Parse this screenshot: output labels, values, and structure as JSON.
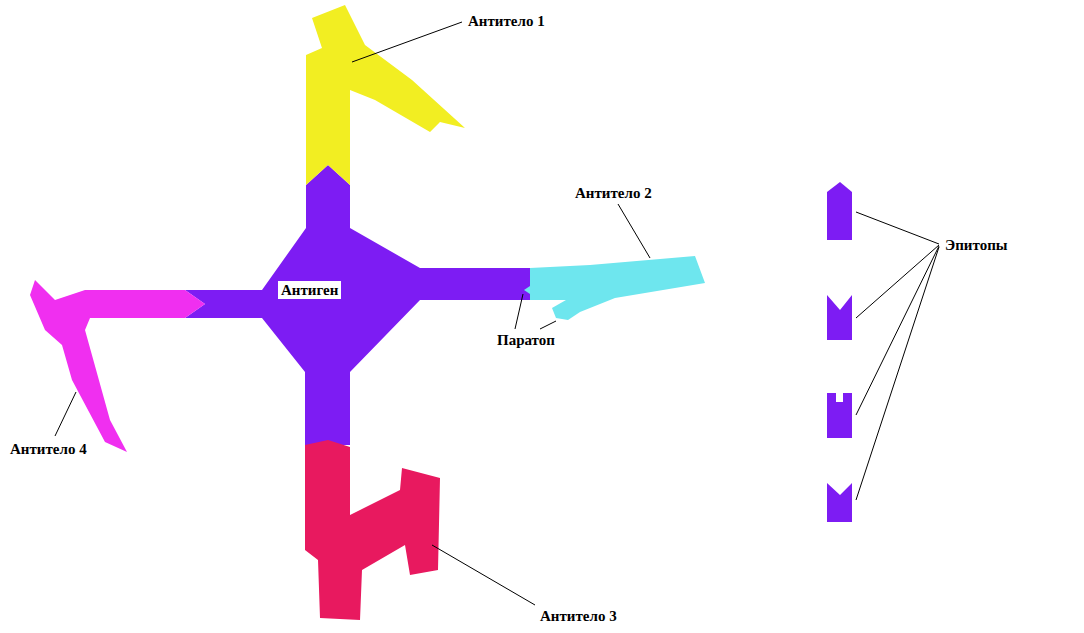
{
  "diagram": {
    "nodes": [
      {
        "text": [
          "Антиген"
        ]
      }
    ],
    "labels": [
      "Антитело 1",
      "Антитело 2",
      "Эпитопы",
      "Паратоп",
      "Антитело 4",
      "Антитело 3"
    ]
  }
}
